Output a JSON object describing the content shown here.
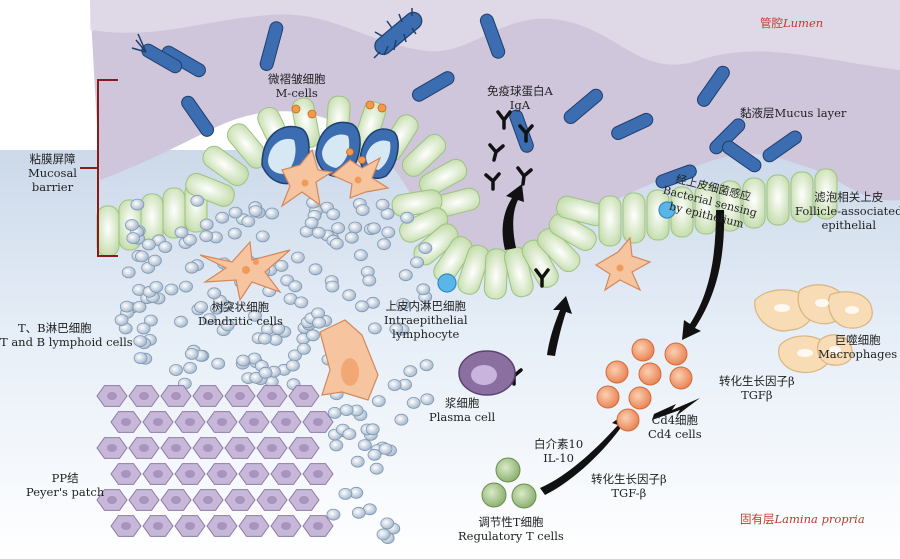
{
  "labels": {
    "lumen_zh": "管腔",
    "lumen_en": "Lumen",
    "lamina_zh": "固有层",
    "lamina_en": "Lamina propria",
    "mcells_zh": "微褶皱细胞",
    "mcells_en": "M-cells",
    "iga_zh": "免疫球蛋白A",
    "iga_en": "IgA",
    "mucus": "黏液层Mucus layer",
    "mucosal_zh": "粘膜屏障",
    "mucosal_en1": "Mucosal",
    "mucosal_en2": "barrier",
    "bact_zh": "经上皮细菌感应",
    "bact_en1": "Bacterial sensing",
    "bact_en2": "by epithelium",
    "fae_zh": "滤泡相关上皮",
    "fae_en1": "Follicle-associated",
    "fae_en2": "epithelial",
    "dc_zh": "树突状细胞",
    "dc_en": "Dendritic cells",
    "iel_zh": "上皮内淋巴细胞",
    "iel_en1": "Intraepithelial",
    "iel_en2": "lymphocyte",
    "tb_zh": "T、B淋巴细胞",
    "tb_en": "T and B lymphoid cells",
    "mac_zh": "巨噬细胞",
    "mac_en": "Macrophages",
    "plasma_zh": "浆细胞",
    "plasma_en": "Plasma cell",
    "tgf1_zh": "转化生长因子β",
    "tgf1_en": "TGFβ",
    "cd4_zh": "Cd4细胞",
    "cd4_en": "Cd4 cells",
    "il10_zh": "白介素10",
    "il10_en": "IL-10",
    "tgf2_zh": "转化生长因子β",
    "tgf2_en": "TGF-β",
    "pp_zh": "PP结",
    "pp_en": "Peyer's patch",
    "treg_zh": "调节性T细胞",
    "treg_en": "Regulatory T cells"
  },
  "colors": {
    "lumen_purple": "#cfc6dc",
    "lamina_blue": "#e3ecf6",
    "epithelium_green": "#e6f5dc",
    "bacteria_blue": "#3b6db0",
    "dendritic_orange": "#f7c4a0",
    "cd4_orange": "#f09060",
    "treg_green": "#9bbf7e",
    "peyer_purple": "#c7b8d8",
    "label_red": "#c0392b"
  }
}
